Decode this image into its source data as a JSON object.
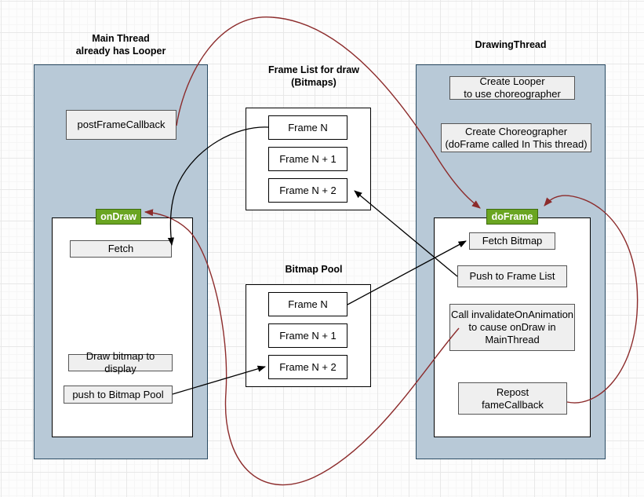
{
  "diagram": {
    "title": "Android Choreographer drawing-thread flow",
    "colors": {
      "lane_fill": "#b8c9d7",
      "lane_border": "#2a4b63",
      "badge_fill": "#6aa521",
      "badge_border": "#3d6b0e",
      "step_fill": "#efefef",
      "step_border": "#555555",
      "red_arrow": "#8c2b2b",
      "black_arrow": "#000000",
      "grid_major": "#e8e8e8",
      "grid_minor": "#f6f6f6",
      "canvas": "#fdfdfd"
    }
  },
  "main_thread": {
    "title": "Main Thread\nalready has Looper",
    "post_frame_callback": "postFrameCallback",
    "badge": "onDraw",
    "steps": [
      {
        "label": "Fetch"
      },
      {
        "label": "Draw bitmap to display"
      },
      {
        "label": "push to Bitmap Pool"
      }
    ]
  },
  "frame_list": {
    "title": "Frame List for draw\n(Bitmaps)",
    "frames": [
      {
        "label": "Frame N"
      },
      {
        "label": "Frame N + 1"
      },
      {
        "label": "Frame N + 2"
      }
    ]
  },
  "bitmap_pool": {
    "title": "Bitmap Pool",
    "frames": [
      {
        "label": "Frame N"
      },
      {
        "label": "Frame N + 1"
      },
      {
        "label": "Frame N + 2"
      }
    ]
  },
  "drawing_thread": {
    "title": "DrawingThread",
    "setup_steps": [
      {
        "label": "Create Looper\nto use choreographer"
      },
      {
        "label": "Create Choreographer\n(doFrame called In This thread)"
      }
    ],
    "badge": "doFrame",
    "steps": [
      {
        "label": "Fetch Bitmap"
      },
      {
        "label": "Push to Frame List"
      },
      {
        "label": "Call invalidateOnAnimation\nto cause onDraw in\nMainThread"
      },
      {
        "label": "Repost\nfameCallback"
      }
    ]
  }
}
